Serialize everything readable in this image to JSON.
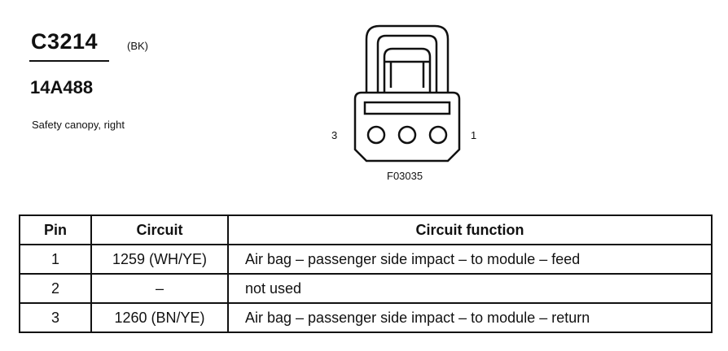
{
  "header": {
    "connector_id": "C3214",
    "color_code": "(BK)",
    "part_number": "14A488",
    "description": "Safety canopy, right"
  },
  "diagram": {
    "pin_left_label": "3",
    "pin_right_label": "1",
    "figure_id": "F03035"
  },
  "table": {
    "headers": [
      "Pin",
      "Circuit",
      "Circuit function"
    ],
    "rows": [
      {
        "pin": "1",
        "circuit": "1259 (WH/YE)",
        "function": "Air bag – passenger side impact – to module – feed"
      },
      {
        "pin": "2",
        "circuit": "–",
        "function": "not used"
      },
      {
        "pin": "3",
        "circuit": "1260 (BN/YE)",
        "function": "Air bag – passenger side impact – to module – return"
      }
    ]
  }
}
